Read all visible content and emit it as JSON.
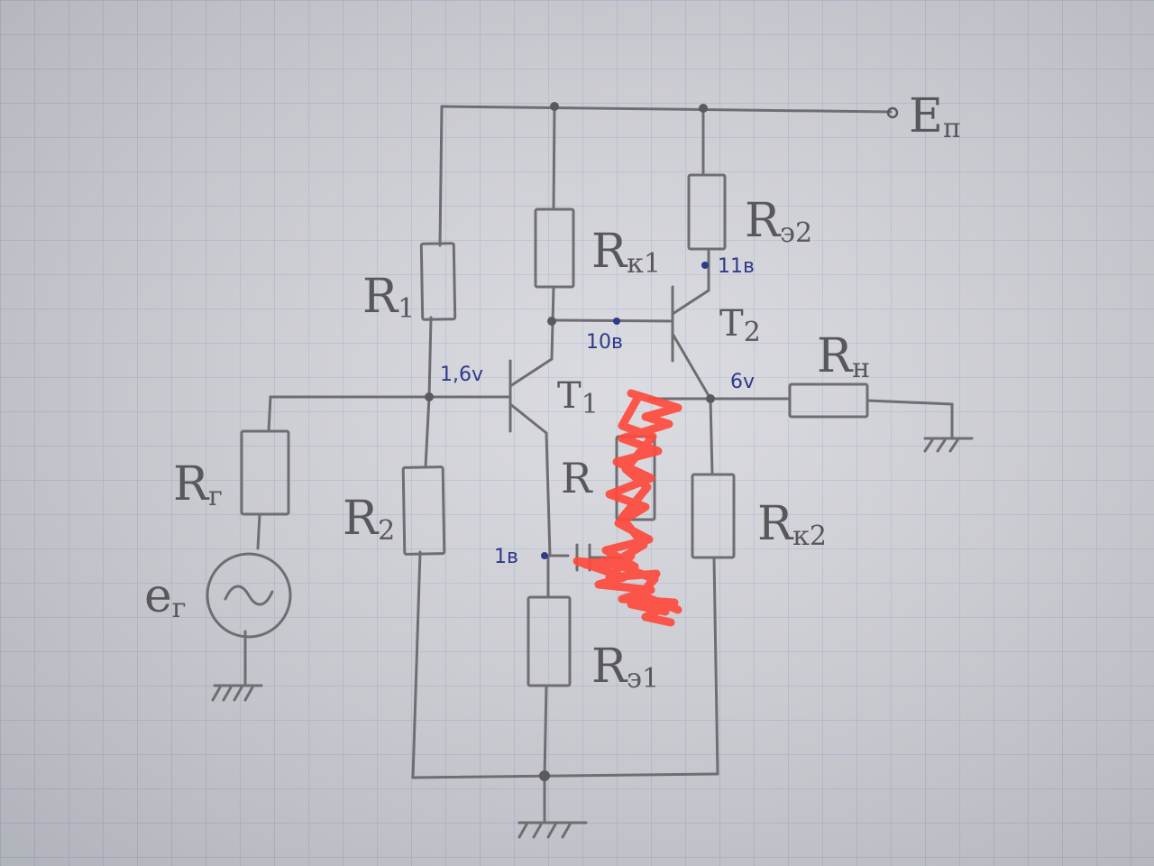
{
  "labels": {
    "supply": "E",
    "supply_sub": "п",
    "r1": "R",
    "r1_sub": "1",
    "r2": "R",
    "r2_sub": "2",
    "rg": "R",
    "rg_sub": "г",
    "eg": "e",
    "eg_sub": "г",
    "rk1": "R",
    "rk1_sub": "к1",
    "re2": "R",
    "re2_sub": "э2",
    "rn": "R",
    "rn_sub": "н",
    "rk2": "R",
    "rk2_sub": "к2",
    "re1": "R",
    "re1_sub": "э1",
    "t1": "T",
    "t1_sub": "1",
    "t2": "T",
    "t2_sub": "2",
    "r3_partial": "R"
  },
  "annotations": {
    "v_base_t1": "1,6v",
    "v_collector_t1": "10в",
    "v_emitter_t2": "11в",
    "v_output": "6v",
    "v_emitter_t1": "1в"
  },
  "colors": {
    "paper": "#cfd0d6",
    "grid": "#9fb0cc",
    "pencil": "#6e6e72",
    "ink": "#2f3a8a",
    "scribble": "#ff4a3d"
  }
}
